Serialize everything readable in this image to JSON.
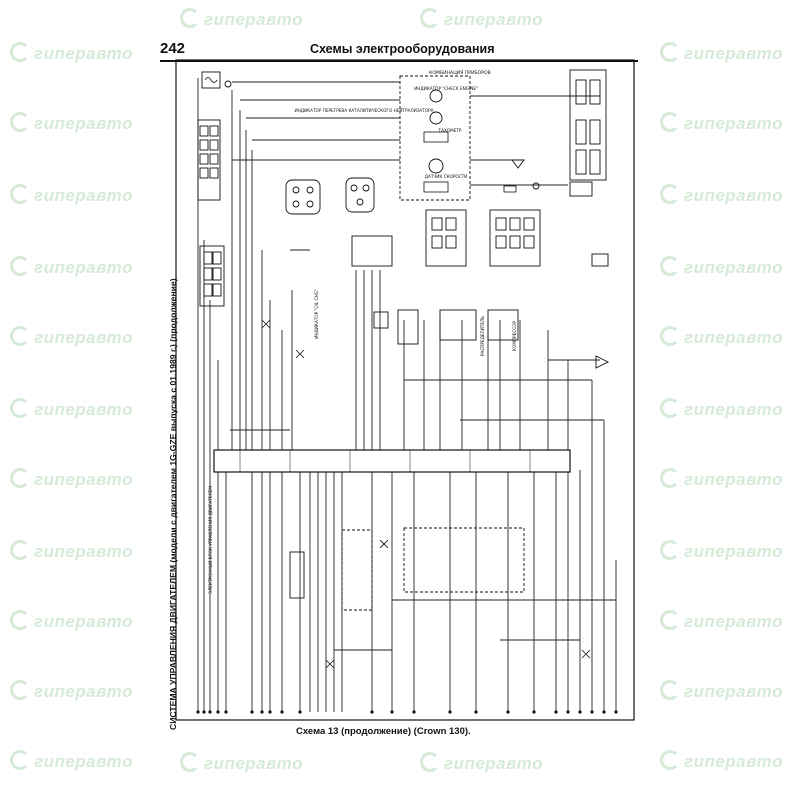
{
  "header": {
    "page_number": "242",
    "section_title": "Схемы электрооборудования"
  },
  "diagram": {
    "side_title": "СИСТЕМА УПРАВЛЕНИЯ ДВИГАТЕЛЕМ (модели с двигателем 1G-GZE выпуска с 01.1989 г.) (продолжение)",
    "caption": "Схема 13 (продолжение) (Crown 130).",
    "labels": {
      "instrument_combination": "КОМБИНАЦИЯ ПРИБОРОВ",
      "check_engine": "ИНДИКАТОР \"CHECK ENGINE\"",
      "overheat_indicator": "ИНДИКАТОР ПЕРЕГРЕВА КАТАЛИТИЧЕСКОГО НЕЙТРАЛИЗАТОРА",
      "tachometer": "ТАХОМЕТР",
      "speed_sensor": "ДАТЧИК СКОРОСТИ",
      "ecu": "ЭЛЕКТРОННЫЙ БЛОК УПРАВЛЕНИЯ ДВИГАТЕЛЕМ",
      "distributor": "РАСПРЕДЕЛИТЕЛЬ",
      "compressor": "КОМПРЕССОР",
      "oil_indicator": "ИНДИКАТОР \"OIL CHG\""
    }
  },
  "watermark": {
    "brand": "гиперавто"
  }
}
